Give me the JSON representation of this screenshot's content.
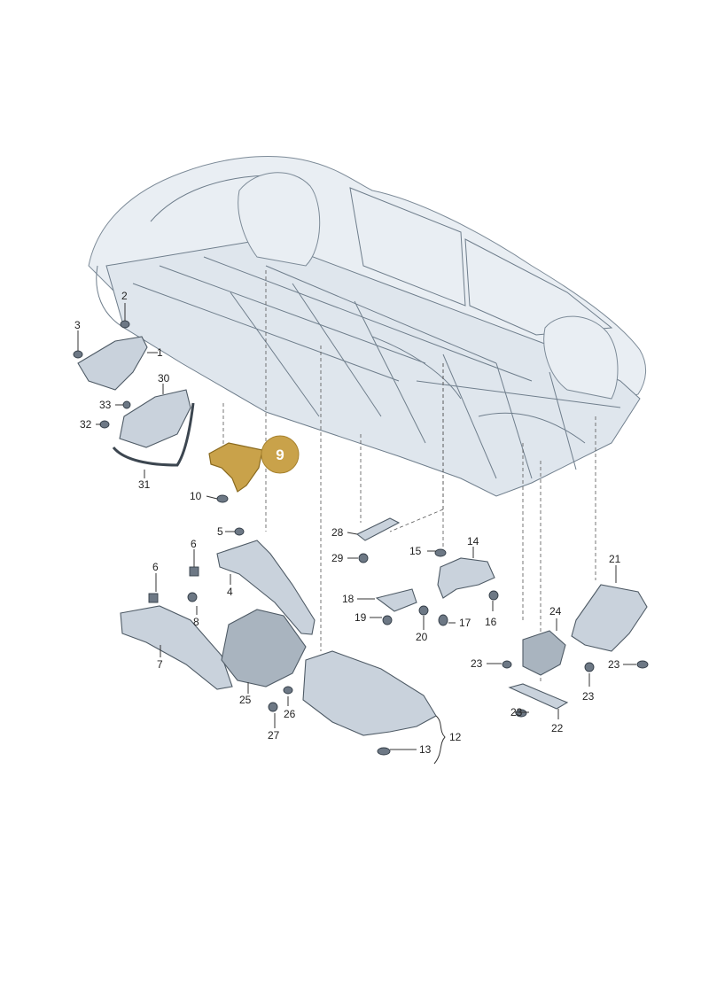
{
  "highlight": {
    "label": "9",
    "color": "#c9a24a"
  },
  "callouts": {
    "n1": "1",
    "n2": "2",
    "n3": "3",
    "n4": "4",
    "n5": "5",
    "n6a": "6",
    "n6b": "6",
    "n7": "7",
    "n8": "8",
    "n10": "10",
    "n12": "12",
    "n13": "13",
    "n14": "14",
    "n15": "15",
    "n16": "16",
    "n17": "17",
    "n18": "18",
    "n19": "19",
    "n20": "20",
    "n21": "21",
    "n22": "22",
    "n23a": "23",
    "n23b": "23",
    "n23c": "23",
    "n23d": "23",
    "n24": "24",
    "n25": "25",
    "n26": "26",
    "n27": "27",
    "n28": "28",
    "n29": "29",
    "n30": "30",
    "n31": "31",
    "n32": "32",
    "n33": "33"
  },
  "colors": {
    "body_outline": "#6f7e8c",
    "part_fill": "#c9d2dc",
    "highlight_fill": "#c9a24a"
  }
}
